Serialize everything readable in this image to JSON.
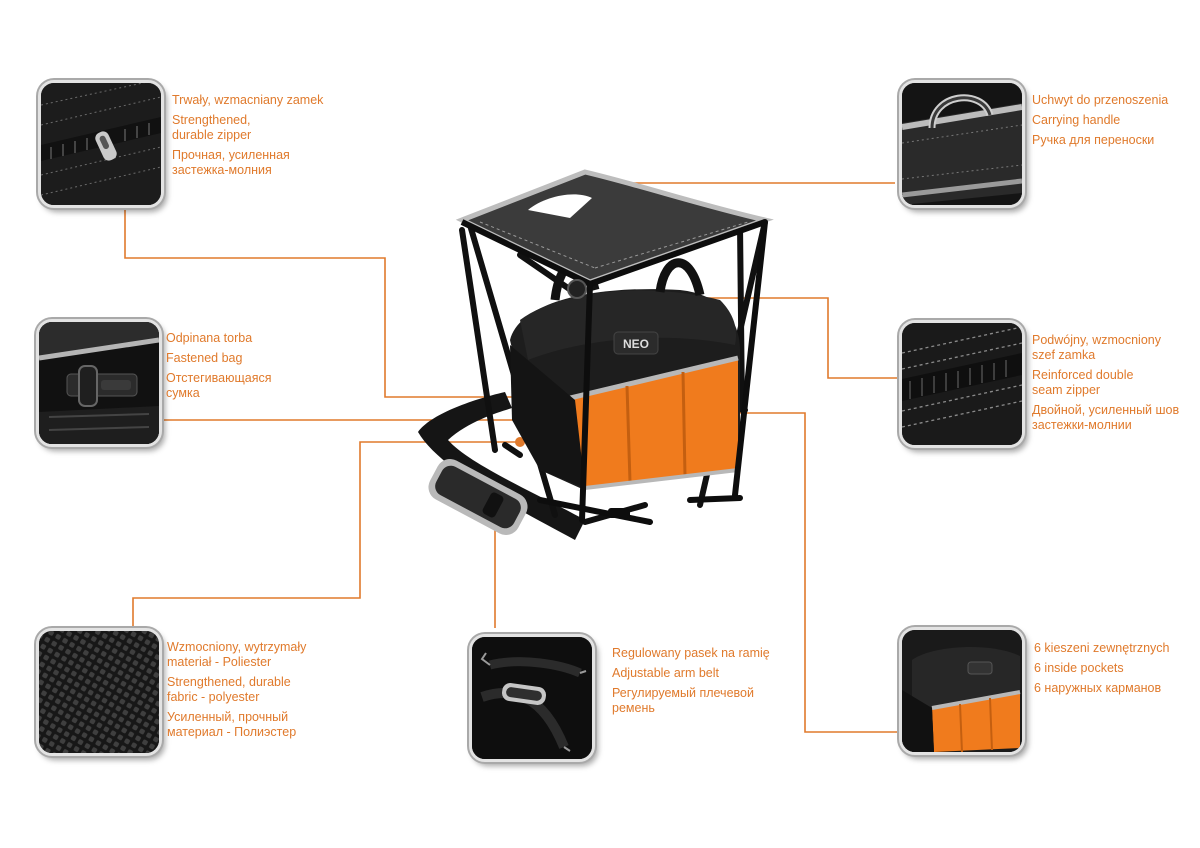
{
  "colors": {
    "accent": "#e07a2c",
    "leader": "#e07a2c",
    "bag_orange": "#f07b1d",
    "bag_black": "#1b1b1b",
    "trim_grey": "#b8b8b8"
  },
  "callouts": [
    {
      "id": "zipper",
      "photo": "zipper-photo",
      "lines": [
        "Trwały, wzmacniany zamek",
        "Strengthened,\ndurable zipper",
        "Прочная, усиленная\nзастежка-молния"
      ]
    },
    {
      "id": "handle",
      "photo": "handle-photo",
      "lines": [
        "Uchwyt do przenoszenia",
        "Carrying handle",
        "Ручка для переноски"
      ]
    },
    {
      "id": "fastened-bag",
      "photo": "buckle-photo",
      "lines": [
        "Odpinana torba",
        "Fastened bag",
        "Отстегивающаяся\nсумка"
      ]
    },
    {
      "id": "double-zipper",
      "photo": "seam-zipper-photo",
      "lines": [
        "Podwójny, wzmocniony\nszef zamka",
        "Reinforced double\nseam zipper",
        "Двойной, усиленный шов\nзастежки-молнии"
      ]
    },
    {
      "id": "fabric",
      "photo": "fabric-photo",
      "lines": [
        "Wzmocniony, wytrzymały\nmateriał - Poliester",
        "Strengthened, durable\nfabric - polyester",
        "Усиленный, прочный\nматериал - Полиэстер"
      ]
    },
    {
      "id": "arm-belt",
      "photo": "strap-photo",
      "lines": [
        "Regulowany pasek na ramię",
        "Adjustable arm belt",
        "Регулируемый плечевой\nремень"
      ]
    },
    {
      "id": "pockets",
      "photo": "pockets-photo",
      "lines": [
        "6 kieszeni zewnętrznych",
        "6 inside pockets",
        "6 наружных карманов"
      ]
    }
  ],
  "product": {
    "brand": "NEO",
    "icon": "stool-tool-bag"
  }
}
